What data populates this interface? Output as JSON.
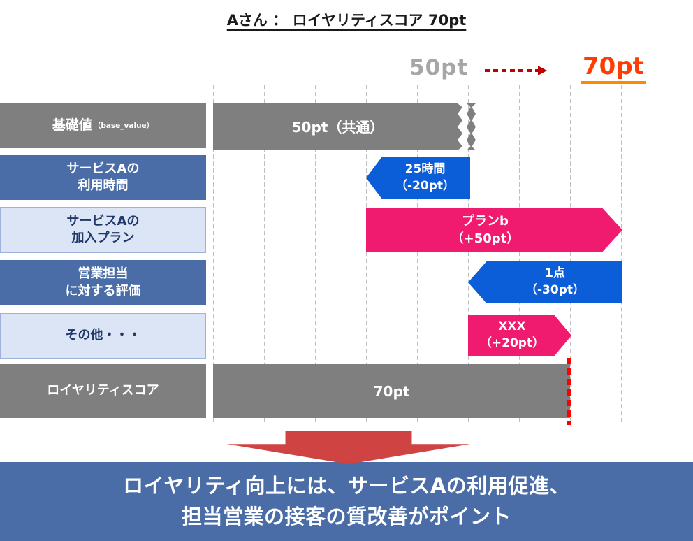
{
  "title": "Aさん ： ロイヤリティスコア 70pt",
  "transition": {
    "from": "50pt",
    "to": "70pt"
  },
  "rows": [
    {
      "label": "基礎値",
      "label_sub": "（base_value）",
      "bar_text": "50pt（共通）"
    },
    {
      "label": "サービスAの\n利用時間",
      "bar_text": "25時間\n（-20pt）"
    },
    {
      "label": "サービスAの\n加入プラン",
      "bar_text": "プランb\n（+50pt）"
    },
    {
      "label": "営業担当\nに対する評価",
      "bar_text": "1点\n（-30pt）"
    },
    {
      "label": "その他・・・",
      "bar_text": "XXX\n（+20pt）"
    },
    {
      "label": "ロイヤリティスコア",
      "bar_text": "70pt"
    }
  ],
  "summary": {
    "line1": "ロイヤリティ向上には、サービスAの利用促進、",
    "line2": "担当営業の接客の質改善がポイント"
  },
  "chart_data": {
    "type": "waterfall",
    "base": {
      "label": "基礎値（base_value）",
      "value_pt": 50,
      "bar_text": "50pt（共通）"
    },
    "steps": [
      {
        "label": "サービスAの利用時間",
        "detail": "25時間",
        "delta_pt": -20
      },
      {
        "label": "サービスAの加入プラン",
        "detail": "プランb",
        "delta_pt": 50
      },
      {
        "label": "営業担当に対する評価",
        "detail": "1点",
        "delta_pt": -30
      },
      {
        "label": "その他・・・",
        "detail": "XXX",
        "delta_pt": 20
      }
    ],
    "total": {
      "label": "ロイヤリティスコア",
      "value_pt": 70
    },
    "axis": {
      "origin_pt": 0,
      "grid_interval_pt": 10,
      "gridlines": 9
    }
  },
  "colors": {
    "gray": "#7f7f7f",
    "primary-blue": "#4a6da8",
    "light-blue": "#dbe5f6",
    "light-blue-border": "#9db3da",
    "navy-text": "#20386a",
    "bright-blue": "#0b5ed7",
    "pink": "#f01a6e",
    "orange": "#ff3d00",
    "orange-underline": "#ff8a00",
    "dark-red": "#c00000",
    "red": "#ff0000",
    "arrow-red": "#cf4343",
    "grid-gray": "#bfbfbf",
    "before-gray": "#a6a6a6"
  }
}
